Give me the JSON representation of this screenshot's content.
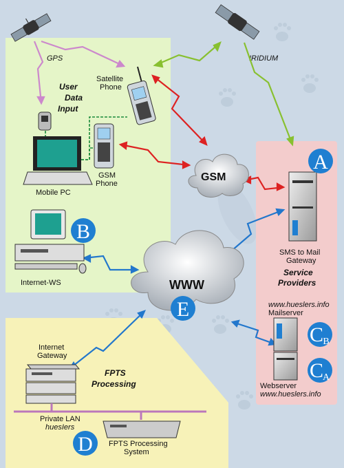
{
  "labels": {
    "gps": "GPS",
    "iridium": "IRIDIUM",
    "satellite_phone_l1": "Satellite",
    "satellite_phone_l2": "Phone",
    "user_data_l1": "User",
    "user_data_l2": "Data",
    "user_data_l3": "Input",
    "mobile_pc": "Mobile PC",
    "gsm_phone_l1": "GSM",
    "gsm_phone_l2": "Phone",
    "gsm_cloud": "GSM",
    "www_cloud": "WWW",
    "internet_ws": "Internet-WS",
    "sms_gateway_l1": "SMS to Mail",
    "sms_gateway_l2": "Gateway",
    "service_providers_l1": "Service",
    "service_providers_l2": "Providers",
    "mailserver_url": "www.hueslers.info",
    "mailserver": "Mailserver",
    "webserver": "Webserver",
    "webserver_url": "www.hueslers.info",
    "internet_gateway_l1": "Internet",
    "internet_gateway_l2": "Gateway",
    "fpts_processing_l1": "FPTS",
    "fpts_processing_l2": "Processing",
    "private_lan_l1": "Private LAN",
    "private_lan_l2": "huesIers",
    "fpts_system_l1": "FPTS Processing",
    "fpts_system_l2": "System"
  },
  "badges": {
    "a": "A",
    "b": "B",
    "cb": "C",
    "cb_sub": "B",
    "ca": "C",
    "ca_sub": "A",
    "d": "D",
    "e": "E"
  },
  "colors": {
    "background": "#ccd9e6",
    "user_zone": "#e5f5c8",
    "provider_zone": "#f3cccc",
    "processing_zone": "#f7f2b8",
    "badge": "#1f7fd1",
    "arrow_gps": "#cc88cc",
    "arrow_iridium": "#88c030",
    "arrow_gsm": "#dd2222",
    "arrow_www": "#2277cc",
    "cable": "#1a8a3a",
    "lan": "#bb77bb"
  }
}
